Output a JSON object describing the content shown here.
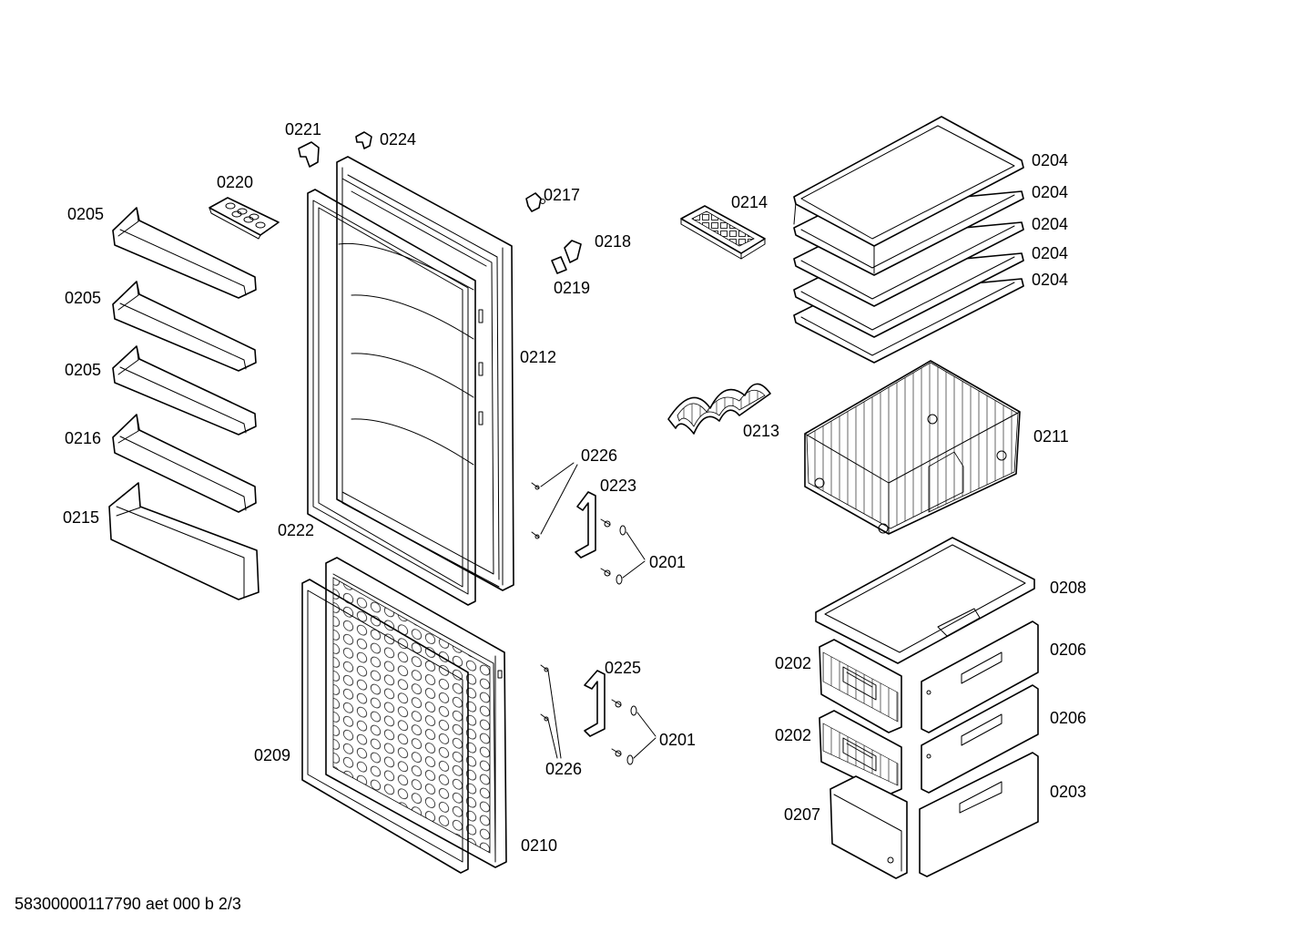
{
  "document_id": "58300000117790 aet 000 b 2/3",
  "part_labels": {
    "l0221": "0221",
    "l0224": "0224",
    "l0220": "0220",
    "l0205a": "0205",
    "l0205b": "0205",
    "l0205c": "0205",
    "l0216": "0216",
    "l0215": "0215",
    "l0217": "0217",
    "l0218": "0218",
    "l0219": "0219",
    "l0212": "0212",
    "l0222": "0222",
    "l0226a": "0226",
    "l0223": "0223",
    "l0201a": "0201",
    "l0225": "0225",
    "l0201b": "0201",
    "l0226b": "0226",
    "l0209": "0209",
    "l0210": "0210",
    "l0214": "0214",
    "l0204a": "0204",
    "l0204b": "0204",
    "l0204c": "0204",
    "l0204d": "0204",
    "l0204e": "0204",
    "l0213": "0213",
    "l0211": "0211",
    "l0208": "0208",
    "l0202a": "0202",
    "l0206a": "0206",
    "l0202b": "0202",
    "l0206b": "0206",
    "l0207": "0207",
    "l0203": "0203"
  }
}
